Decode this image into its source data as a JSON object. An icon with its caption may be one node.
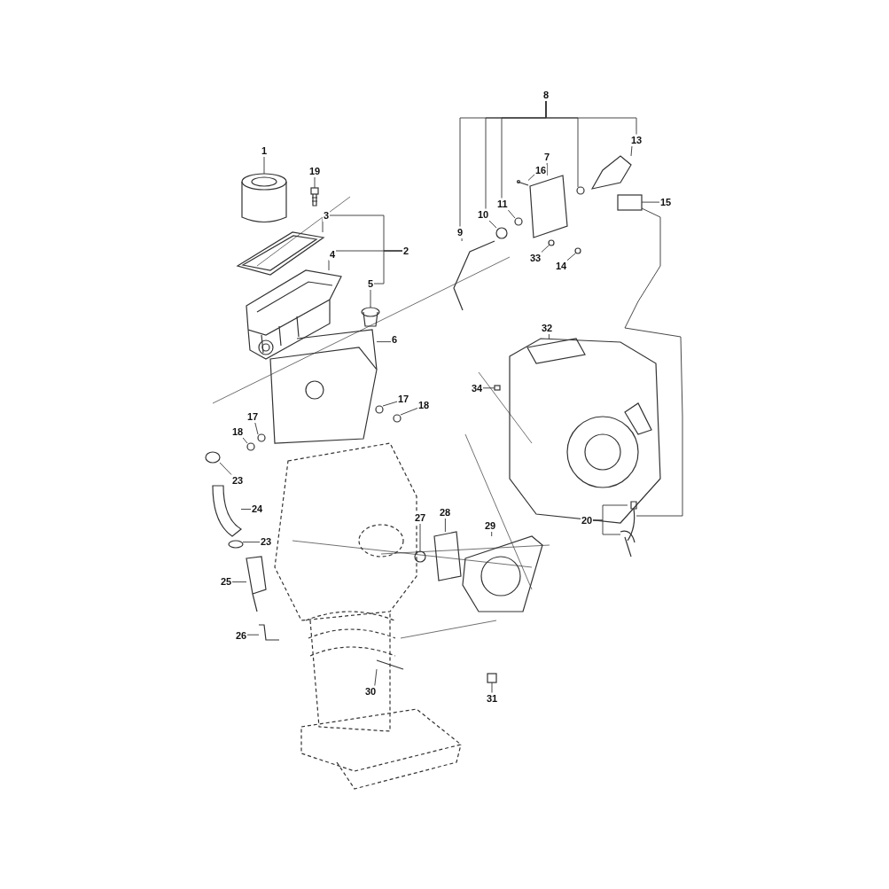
{
  "diagram": {
    "nodes": [
      {
        "text": [
          "8"
        ]
      },
      {
        "text": [
          "13"
        ]
      },
      {
        "text": [
          "1"
        ]
      },
      {
        "text": [
          "7"
        ]
      },
      {
        "text": [
          "16"
        ]
      },
      {
        "text": [
          "19"
        ]
      },
      {
        "text": [
          "11"
        ]
      },
      {
        "text": [
          "15"
        ]
      },
      {
        "text": [
          "10"
        ]
      },
      {
        "text": [
          "3"
        ]
      },
      {
        "text": [
          "9"
        ]
      },
      {
        "text": [
          "2"
        ]
      },
      {
        "text": [
          "4"
        ]
      },
      {
        "text": [
          "33"
        ]
      },
      {
        "text": [
          "14"
        ]
      },
      {
        "text": [
          "5"
        ]
      },
      {
        "text": [
          "32"
        ]
      },
      {
        "text": [
          "6"
        ]
      },
      {
        "text": [
          "34"
        ]
      },
      {
        "text": [
          "17"
        ]
      },
      {
        "text": [
          "18"
        ]
      },
      {
        "text": [
          "17"
        ]
      },
      {
        "text": [
          "18"
        ]
      },
      {
        "text": [
          "23"
        ]
      },
      {
        "text": [
          "24"
        ]
      },
      {
        "text": [
          "28"
        ]
      },
      {
        "text": [
          "27"
        ]
      },
      {
        "text": [
          "20"
        ]
      },
      {
        "text": [
          "29"
        ]
      },
      {
        "text": [
          "23"
        ]
      },
      {
        "text": [
          "25"
        ]
      },
      {
        "text": [
          "26"
        ]
      },
      {
        "text": [
          "30"
        ]
      },
      {
        "text": [
          "31"
        ]
      },
      {
        "text": [],
        "shape": "picture"
      },
      {
        "text": [],
        "shape": "picture"
      },
      {
        "text": [],
        "shape": "picture"
      },
      {
        "text": [],
        "shape": "picture"
      },
      {
        "text": [],
        "shape": "picture"
      },
      {
        "text": [],
        "shape": "circle"
      },
      {
        "text": [],
        "shape": "box"
      },
      {
        "text": [],
        "shape": "circle"
      },
      {
        "text": [],
        "shape": "picture"
      },
      {
        "text": [],
        "shape": "picture"
      },
      {
        "text": [],
        "shape": "picture"
      },
      {
        "text": [],
        "shape": "circle"
      },
      {
        "text": [],
        "shape": "circle"
      },
      {
        "text": [],
        "shape": "picture"
      },
      {
        "text": [],
        "shape": "picture"
      },
      {
        "text": [],
        "shape": "picture"
      },
      {
        "text": [],
        "shape": "box"
      },
      {
        "text": [],
        "shape": "circle"
      },
      {
        "text": [],
        "shape": "circle"
      },
      {
        "text": [],
        "shape": "circle"
      },
      {
        "text": [],
        "shape": "circle"
      },
      {
        "text": [],
        "shape": "circle"
      },
      {
        "text": [],
        "shape": "picture"
      },
      {
        "text": [],
        "shape": "picture"
      },
      {
        "text": [],
        "shape": "circle"
      },
      {
        "text": [],
        "shape": "picture"
      },
      {
        "text": [],
        "shape": "picture"
      },
      {
        "text": [],
        "shape": "picture"
      },
      {
        "text": [],
        "shape": "circle"
      },
      {
        "text": [],
        "shape": "picture"
      },
      {
        "text": [],
        "shape": "picture"
      },
      {
        "text": [],
        "shape": "picture"
      },
      {
        "text": [],
        "shape": "box"
      },
      {
        "text": [],
        "shape": "circle"
      }
    ],
    "edges": [
      {
        "from": 0,
        "to": 10,
        "arrow": "none"
      },
      {
        "from": 0,
        "to": 8,
        "arrow": "none"
      },
      {
        "from": 0,
        "to": 6,
        "arrow": "none"
      },
      {
        "from": 0,
        "to": 67,
        "arrow": "none"
      },
      {
        "from": 0,
        "to": 1,
        "arrow": "none"
      },
      {
        "from": 11,
        "to": 9,
        "arrow": "none"
      },
      {
        "from": 11,
        "to": 12,
        "arrow": "none"
      },
      {
        "from": 11,
        "to": 15,
        "arrow": "none"
      },
      {
        "from": 27,
        "to": 59,
        "arrow": "none"
      },
      {
        "from": 27,
        "to": 60,
        "arrow": "none"
      },
      {
        "from": 1,
        "to": 34,
        "arrow": "none"
      },
      {
        "from": 2,
        "to": 35,
        "arrow": "none"
      },
      {
        "from": 3,
        "to": 36,
        "arrow": "none"
      },
      {
        "from": 4,
        "to": 37,
        "arrow": "none"
      },
      {
        "from": 5,
        "to": 38,
        "arrow": "none"
      },
      {
        "from": 6,
        "to": 39,
        "arrow": "none"
      },
      {
        "from": 7,
        "to": 40,
        "arrow": "none"
      },
      {
        "from": 8,
        "to": 41,
        "arrow": "none"
      },
      {
        "from": 9,
        "to": 42,
        "arrow": "none"
      },
      {
        "from": 10,
        "to": 43,
        "arrow": "none"
      },
      {
        "from": 12,
        "to": 44,
        "arrow": "none"
      },
      {
        "from": 13,
        "to": 45,
        "arrow": "none"
      },
      {
        "from": 14,
        "to": 46,
        "arrow": "none"
      },
      {
        "from": 15,
        "to": 47,
        "arrow": "none"
      },
      {
        "from": 16,
        "to": 48,
        "arrow": "none"
      },
      {
        "from": 17,
        "to": 49,
        "arrow": "none"
      },
      {
        "from": 18,
        "to": 50,
        "arrow": "none"
      },
      {
        "from": 19,
        "to": 51,
        "arrow": "none"
      },
      {
        "from": 20,
        "to": 52,
        "arrow": "none"
      },
      {
        "from": 21,
        "to": 53,
        "arrow": "none"
      },
      {
        "from": 22,
        "to": 54,
        "arrow": "none"
      },
      {
        "from": 23,
        "to": 55,
        "arrow": "none"
      },
      {
        "from": 24,
        "to": 56,
        "arrow": "none"
      },
      {
        "from": 25,
        "to": 57,
        "arrow": "none"
      },
      {
        "from": 26,
        "to": 58,
        "arrow": "none"
      },
      {
        "from": 28,
        "to": 61,
        "arrow": "none"
      },
      {
        "from": 29,
        "to": 62,
        "arrow": "none"
      },
      {
        "from": 30,
        "to": 63,
        "arrow": "none"
      },
      {
        "from": 31,
        "to": 64,
        "arrow": "none"
      },
      {
        "from": 32,
        "to": 65,
        "arrow": "none"
      },
      {
        "from": 33,
        "to": 66,
        "arrow": "none"
      },
      {
        "from": 40,
        "to": 59,
        "arrow": "none"
      }
    ]
  }
}
